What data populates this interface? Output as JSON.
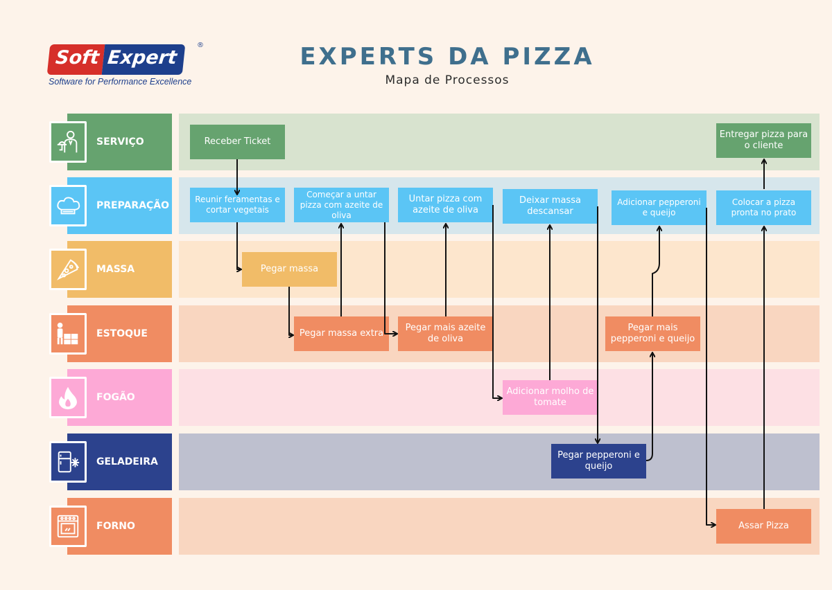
{
  "logo": {
    "part1": "Soft",
    "part2": "Expert",
    "registered": "®",
    "tagline": "Software for Performance Excellence"
  },
  "header": {
    "title": "EXPERTS DA PIZZA",
    "subtitle": "Mapa de Processos"
  },
  "lanes": [
    {
      "label": "SERVIÇO",
      "icon": "waiter-icon",
      "label_color": "#66a36f",
      "band_color": "#d8e3cf"
    },
    {
      "label": "PREPARAÇÃO",
      "icon": "chef-hat-icon",
      "label_color": "#5bc5f5",
      "band_color": "#d6e6ec"
    },
    {
      "label": "MASSA",
      "icon": "pizza-slice-icon",
      "label_color": "#f1bc68",
      "band_color": "#fde6cd"
    },
    {
      "label": "ESTOQUE",
      "icon": "warehouse-worker-icon",
      "label_color": "#f08c62",
      "band_color": "#f9d6c0"
    },
    {
      "label": "FOGÃO",
      "icon": "fire-icon",
      "label_color": "#fda9d6",
      "band_color": "#fde0e4"
    },
    {
      "label": "GELADEIRA",
      "icon": "refrigerator-icon",
      "label_color": "#2c428d",
      "band_color": "#bec0cf"
    },
    {
      "label": "FORNO",
      "icon": "oven-icon",
      "label_color": "#f08c62",
      "band_color": "#f9d6c0"
    }
  ],
  "steps": {
    "receber_ticket": "Receber Ticket",
    "entregar_pizza": "Entregar pizza para o cliente",
    "reunir_ferramentas": "Reunir feramentas e cortar vegetais",
    "comecar_untar": "Começar a untar pizza com azeite de oliva",
    "untar_pizza": "Untar pizza com azeite de oliva",
    "deixar_massa": "Deixar massa descansar",
    "adicionar_pepperoni": "Adicionar pepperoni e queijo",
    "colocar_pizza": "Colocar a pizza pronta no prato",
    "pegar_massa": "Pegar massa",
    "pegar_massa_extra": "Pegar massa extra",
    "pegar_mais_azeite": "Pegar mais azeite de oliva",
    "pegar_mais_pepperoni": "Pegar mais pepperoni e queijo",
    "adicionar_molho": "Adicionar molho de tomate",
    "pegar_pepperoni": "Pegar pepperoni e queijo",
    "assar_pizza": "Assar Pizza"
  },
  "colors": {
    "green_box": "#66a36f",
    "blue_box": "#5bc5f5",
    "yellow_box": "#f1bc68",
    "orange_box": "#f08c62",
    "pink_box": "#fda9d6",
    "navy_box": "#2c428d",
    "arrow": "#111111"
  }
}
